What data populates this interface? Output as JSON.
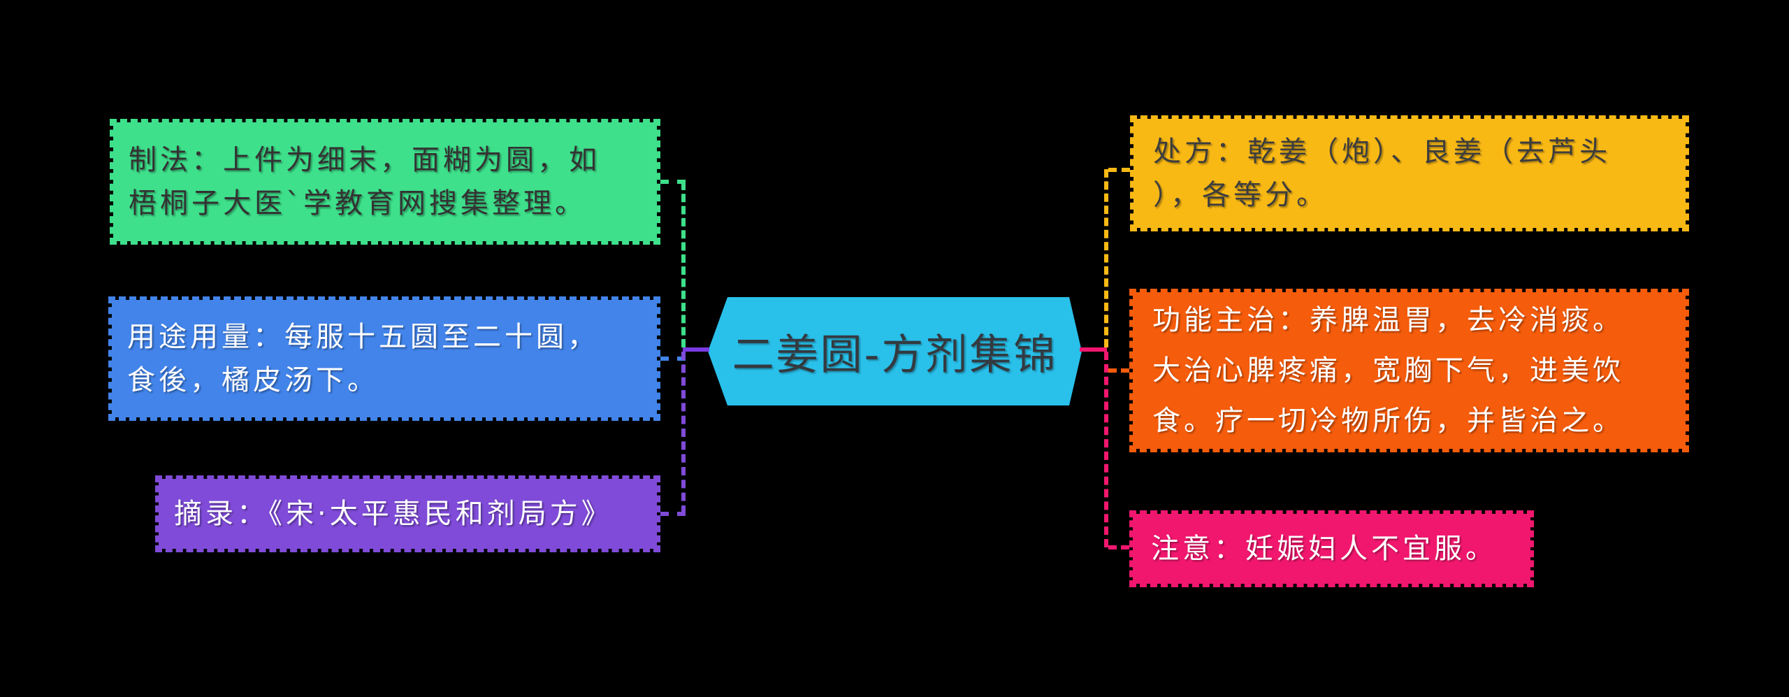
{
  "app": {
    "background": "#000000",
    "title": "二姜圆-方剂集锦"
  },
  "center": {
    "label": "二姜圆-方剂集锦",
    "color": "#29C0EA",
    "text_color": "#333A40"
  },
  "nodes": {
    "zhifa": {
      "name": "制法",
      "lines": [
        "制法：上件为细末，面糊为圆，如",
        "梧桐子大医`学教育网搜集整理。"
      ],
      "color": "#3EE08B",
      "text_color": "#333333"
    },
    "yongtu": {
      "name": "用途用量",
      "lines": [
        "用途用量：每服十五圆至二十圆，",
        "食後，橘皮汤下。"
      ],
      "color": "#4284EA",
      "text_color": "#FFFFFF"
    },
    "zhailu": {
      "name": "摘录",
      "lines": [
        "摘录：《宋·太平惠民和剂局方》"
      ],
      "color": "#7F4BD8",
      "text_color": "#FFFFFF"
    },
    "chufang": {
      "name": "处方",
      "lines": [
        "处方：乾姜（炮）、良姜（去芦头",
        "），各等分。"
      ],
      "color": "#F9B915",
      "text_color": "#3D3D3D"
    },
    "gongneng": {
      "name": "功能主治",
      "lines": [
        "功能主治：养脾温胃，去冷消痰。",
        "大治心脾疼痛，宽胸下气，进美饮",
        "食。疗一切冷物所伤，并皆治之。"
      ],
      "color": "#F55C0B",
      "text_color": "#FFFFFF"
    },
    "zhuyi": {
      "name": "注意",
      "lines": [
        "注意：妊娠妇人不宜服。"
      ],
      "color": "#F2176E",
      "text_color": "#FFFFFF"
    }
  },
  "connectors": {
    "green": "#3EE08B",
    "blue": "#4284EA",
    "purple": "#7F4BD8",
    "purple_stub": "#7B3BE2",
    "yellow": "#F9B915",
    "orange": "#F55C0B",
    "pink": "#F2176E",
    "magenta_stub": "#F2176E"
  }
}
